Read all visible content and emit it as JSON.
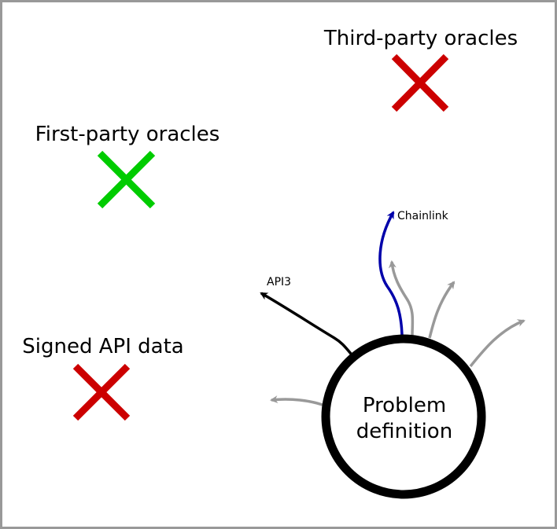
{
  "labels": {
    "third_party": "Third-party oracles",
    "first_party": "First-party oracles",
    "signed_api": "Signed API data",
    "chainlink": "Chainlink",
    "api3": "API3",
    "problem_line1": "Problem",
    "problem_line2": "definition"
  },
  "markers": {
    "third_party": {
      "symbol": "x-mark",
      "color": "#cc0000"
    },
    "first_party": {
      "symbol": "x-mark",
      "color": "#00cc00"
    },
    "signed_api": {
      "symbol": "x-mark",
      "color": "#cc0000"
    }
  },
  "colors": {
    "chainlink_path": "#0000aa",
    "api3_path": "#000000",
    "other_paths": "#999999",
    "circle": "#000000",
    "border": "#999999"
  }
}
